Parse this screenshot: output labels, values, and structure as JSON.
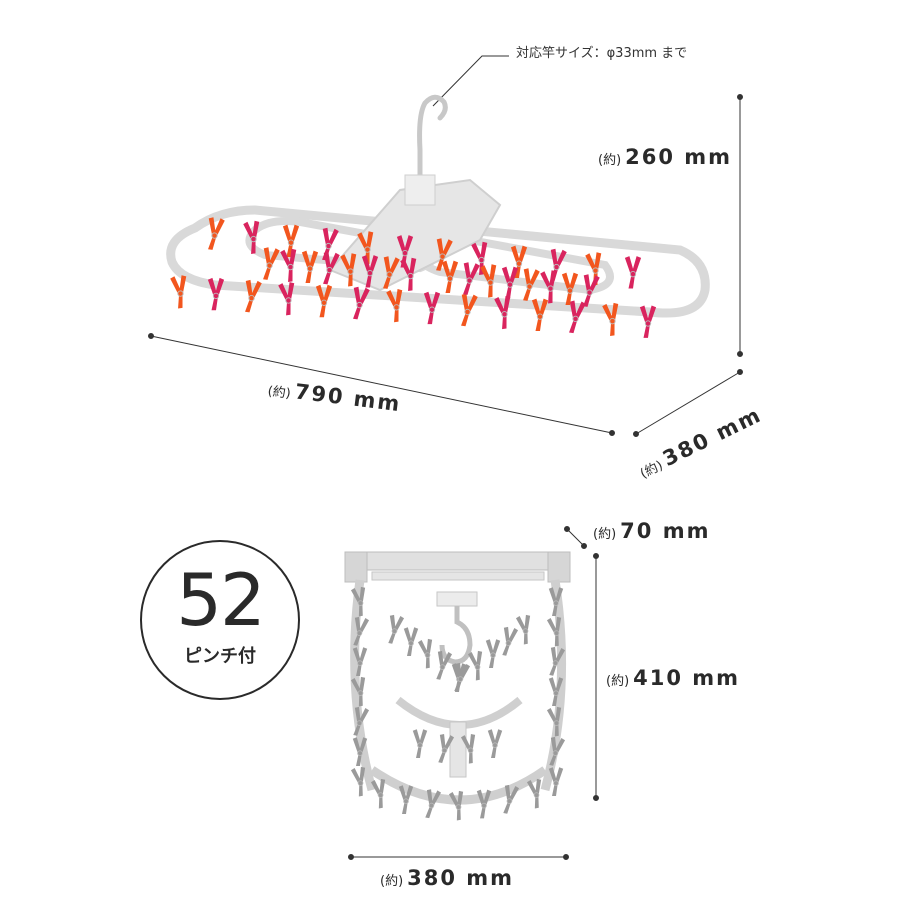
{
  "annotations": {
    "rod_note": "対応竿サイズ：φ33mm まで"
  },
  "open_dimensions": {
    "height": {
      "prefix": "(約)",
      "value": "260 mm"
    },
    "width": {
      "prefix": "(約)",
      "value": "790 mm"
    },
    "depth": {
      "prefix": "(約)",
      "value": "380 mm"
    }
  },
  "folded_dimensions": {
    "depth": {
      "prefix": "(約)",
      "value": "70 mm"
    },
    "height": {
      "prefix": "(約)",
      "value": "410 mm"
    },
    "width": {
      "prefix": "(約)",
      "value": "380 mm"
    }
  },
  "badge": {
    "count": "52",
    "label": "ピンチ付"
  },
  "colors": {
    "frame": "#d7d7d7",
    "clip_orange": "#f2561e",
    "clip_pink": "#d9245e",
    "clip_grey": "#9a9a9a",
    "line": "#333333"
  }
}
